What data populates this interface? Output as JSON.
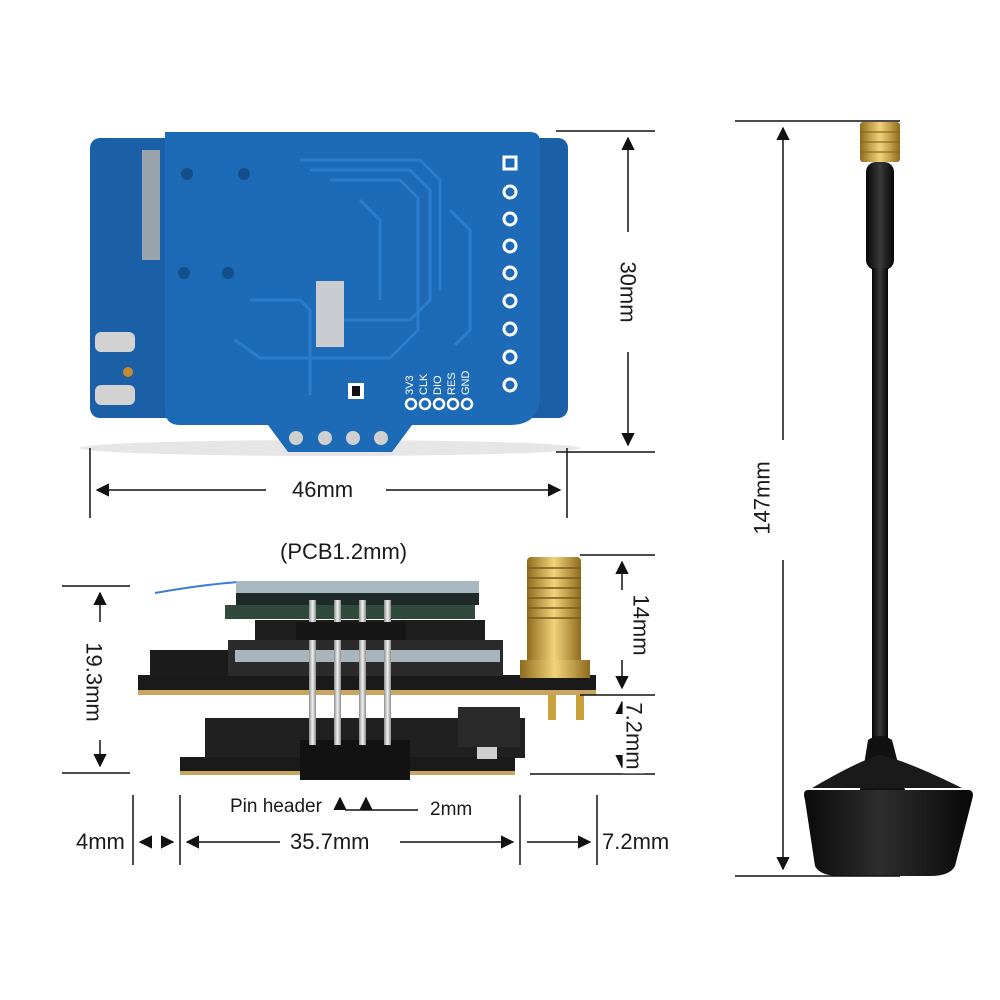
{
  "top_board": {
    "pin_labels": [
      "3V3",
      "CLK",
      "DIO",
      "RES",
      "GND"
    ],
    "width_label": "46mm",
    "height_label": "30mm"
  },
  "side_view": {
    "pcb_thickness_label": "(PCB1.2mm)",
    "total_height_label": "19.3mm",
    "sma_height_label": "14mm",
    "lower_height_label": "7.2mm",
    "pin_header_label": "Pin header",
    "pin_pitch_label": "2mm",
    "left_offset_label": "4mm",
    "board_length_label": "35.7mm",
    "right_offset_label": "7.2mm"
  },
  "antenna": {
    "length_label": "147mm"
  },
  "colors": {
    "pcb_blue": "#1b67b0",
    "pcb_dark": "#1a1a1a",
    "gold": "#c9a23e",
    "line": "#111111"
  }
}
